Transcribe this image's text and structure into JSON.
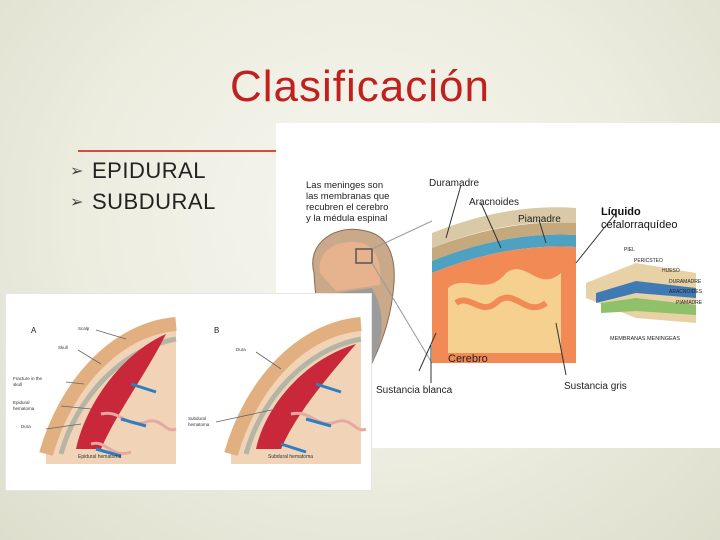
{
  "slide": {
    "title": "Clasificación",
    "bullets": [
      "EPIDURAL",
      "SUBDURAL"
    ]
  },
  "figure_meninges": {
    "intro": [
      "Las meninges son",
      "las membranas que",
      "recubren el cerebro",
      "y la médula espinal"
    ],
    "duramadre": "Duramadre",
    "aracnoides": "Aracnoides",
    "piamadre": "Piamadre",
    "liquido": [
      "Líquido",
      "cefalorraquídeo"
    ],
    "cerebro": "Cerebro",
    "sustancia_blanca": "Sustancia blanca",
    "sustancia_gris": "Sustancia gris",
    "layers": [
      "PIEL",
      "PERICSTEO",
      "HUESO",
      "DURAMADRE",
      "ARACNOIDES",
      "PIAMADRE"
    ],
    "membranas": "MEMBRANAS MENINGEAS"
  },
  "figure_hematoma": {
    "panel_a": {
      "letter": "A",
      "labels": [
        "Scalp",
        "Skull",
        "Fracture in the skull",
        "Epidural hematoma",
        "Dura"
      ],
      "caption": "Epidural hematoma"
    },
    "panel_b": {
      "letter": "B",
      "labels": [
        "Dura",
        "Subdural hematoma"
      ],
      "caption": "Subdural hematoma"
    }
  },
  "colors": {
    "title": "#c0201e",
    "accent_rule": "#d84a3e"
  }
}
